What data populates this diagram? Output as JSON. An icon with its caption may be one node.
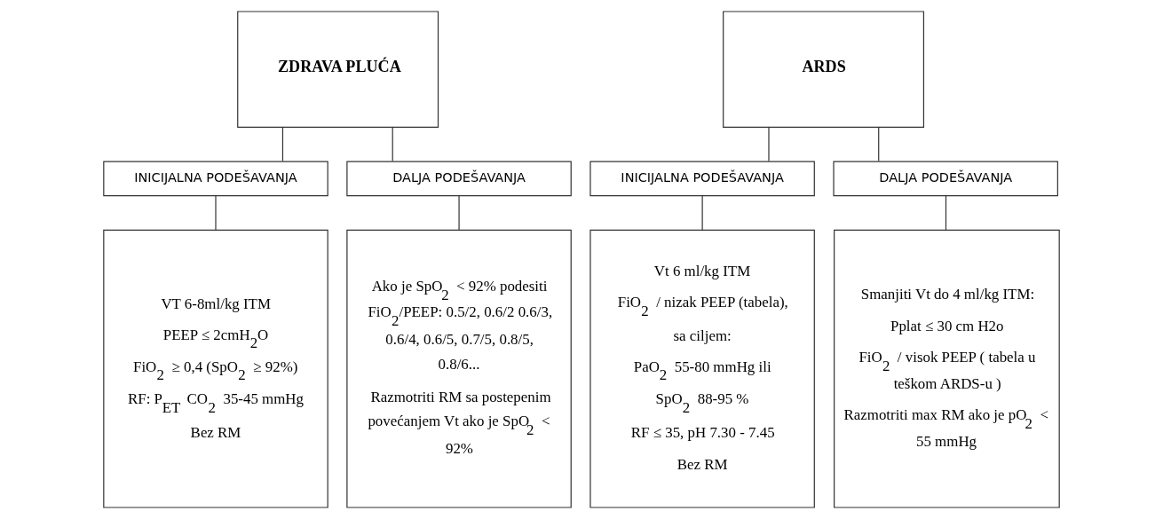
{
  "diagram": {
    "nodes": [
      {
        "text": [
          "ZDRAVA PLUĆA"
        ]
      },
      {
        "text": [
          "INICIJALNA PODEŠAVANJA"
        ]
      },
      {
        "text": [
          "DALJA PODEŠAVANJA"
        ]
      },
      {
        "text": [
          "VT 6-8ml/kg ITM",
          "PEEP ≤ 2cmH$_{2}$O",
          "FiO$_{2}$ ≥ 0,4 (SpO$_{2}$ ≥ 92%)",
          "RF: P$_{ET}$ CO$_{2}$ 35-45 mmHg",
          "Bez RM"
        ]
      },
      {
        "text": [
          "Ako je SpO$_{2}$ < 92% podesiti FiO$_{2}$/PEEP: 0.5/2, 0.6/2 0.6/3, 0.6/4, 0.6/5, 0.7/5, 0.8/5, 0.8/6...",
          "Razmotriti RM sa postepenim povećanjem Vt ako je SpO$_{2}$ < 92%"
        ]
      },
      {
        "text": [
          "ARDS"
        ]
      },
      {
        "text": [
          "INICIJALNA PODEŠAVANJA"
        ]
      },
      {
        "text": [
          "DALJA PODEŠAVANJA"
        ]
      },
      {
        "text": [
          "Vt 6 ml/kg ITM",
          "FiO$_{2}$ / nizak PEEP (tabela),",
          "sa ciljem:",
          "PaO$_{2}$ 55-80 mmHg ili",
          "SpO$_{2}$ 88-95 %",
          "RF ≤ 35, pH 7.30 - 7.45",
          "Bez RM"
        ]
      },
      {
        "text": [
          "Smanjiti Vt do 4 ml/kg ITM:",
          "Pplat ≤ 30 cm H2o",
          "FiO$_{2}$ / visok PEEP ( tabela u teškom ARDS-u )",
          "Razmotriti max RM ako je pO$_{2}$ < 55 mmHg"
        ]
      }
    ],
    "edges": [
      {
        "from": 0,
        "to": 1,
        "arrow": "none"
      },
      {
        "from": 0,
        "to": 2,
        "arrow": "none"
      },
      {
        "from": 1,
        "to": 3,
        "arrow": "none"
      },
      {
        "from": 2,
        "to": 4,
        "arrow": "none"
      },
      {
        "from": 5,
        "to": 6,
        "arrow": "none"
      },
      {
        "from": 5,
        "to": 7,
        "arrow": "none"
      },
      {
        "from": 6,
        "to": 8,
        "arrow": "none"
      },
      {
        "from": 7,
        "to": 9,
        "arrow": "none"
      }
    ]
  }
}
